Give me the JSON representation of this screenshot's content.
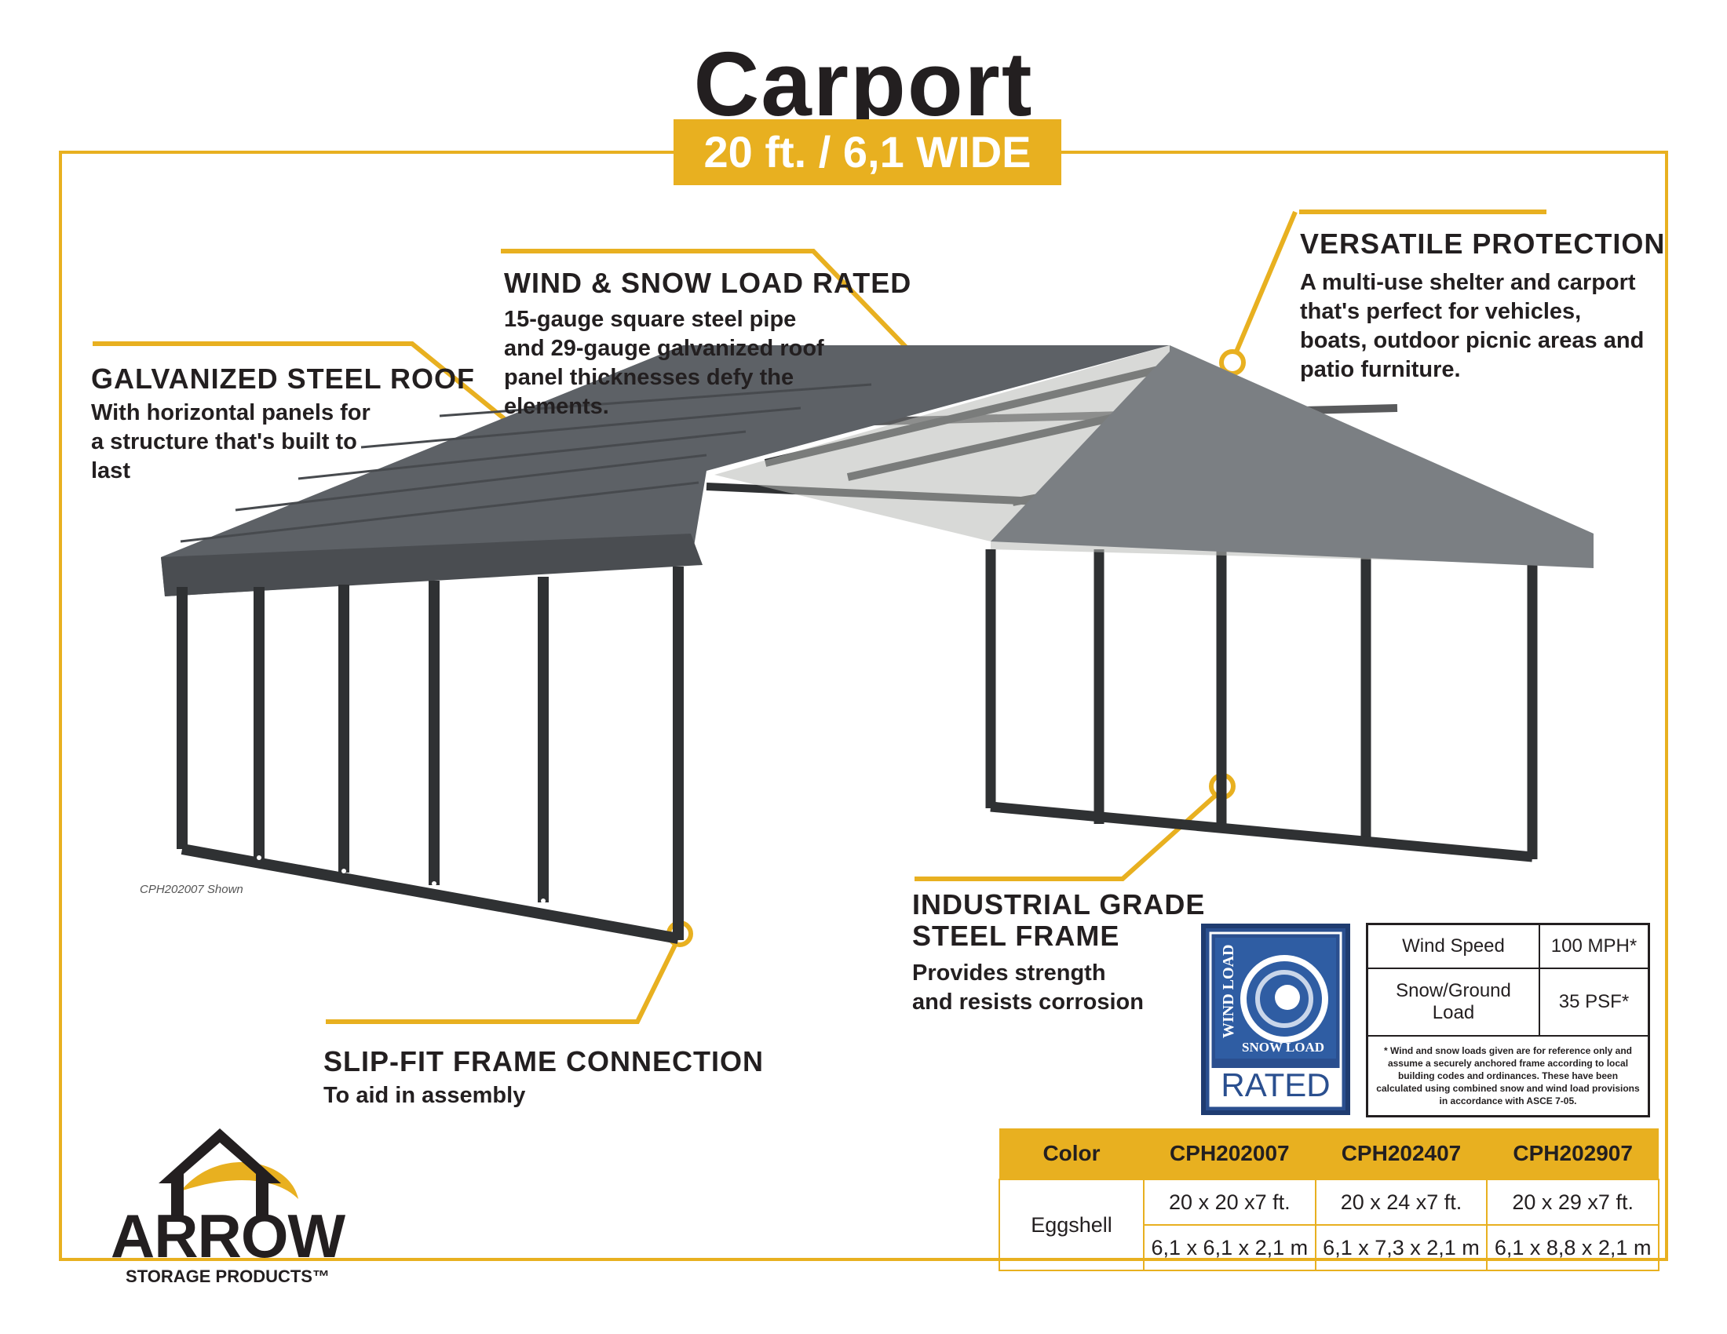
{
  "title": "Carport",
  "subtitle": "20 ft. / 6,1 WIDE",
  "colors": {
    "accent": "#e8b020",
    "text": "#231f20",
    "roof": "#5d6166",
    "frame": "#2f3133",
    "badge_blue": "#2a4f8f"
  },
  "features": {
    "galvanized": {
      "title": "GALVANIZED STEEL ROOF",
      "body": "With horizontal panels for a structure that's built to last"
    },
    "wind_snow": {
      "title": "WIND & SNOW LOAD RATED",
      "body": "15-gauge square steel pipe and 29-gauge galvanized roof panel thicknesses defy the elements."
    },
    "versatile": {
      "title": "VERSATILE PROTECTION",
      "body": "A multi-use shelter and carport that's perfect for vehicles, boats, outdoor picnic areas and patio furniture."
    },
    "frame": {
      "title_line1": "INDUSTRIAL GRADE",
      "title_line2": "STEEL FRAME",
      "body": "Provides strength and resists corrosion"
    },
    "slip_fit": {
      "title": "SLIP-FIT FRAME CONNECTION",
      "body": "To aid in assembly"
    }
  },
  "image_caption": "CPH202007 Shown",
  "badge": {
    "vertical": "WIND LOAD",
    "snow": "SNOW LOAD",
    "rated": "RATED",
    "icon": "swirl-icon"
  },
  "load_table": {
    "rows": [
      {
        "label": "Wind Speed",
        "value": "100 MPH*"
      },
      {
        "label": "Snow/Ground Load",
        "value": "35 PSF*"
      }
    ],
    "note": "* Wind and snow loads given are for reference only and assume a securely anchored frame according to local building codes and ordinances. These have been calculated using combined snow and wind load provisions in accordance with ASCE 7-05."
  },
  "spec_table": {
    "headers": [
      "Color",
      "CPH202007",
      "CPH202407",
      "CPH202907"
    ],
    "color": "Eggshell",
    "imperial": [
      "20 x 20 x7 ft.",
      "20 x 24 x7 ft.",
      "20 x 29 x7 ft."
    ],
    "metric": [
      "6,1 x 6,1 x 2,1 m",
      "6,1 x 7,3 x 2,1 m",
      "6,1 x 8,8 x 2,1 m"
    ]
  },
  "brand": {
    "name": "ARROW",
    "tagline": "STORAGE PRODUCTS™"
  }
}
